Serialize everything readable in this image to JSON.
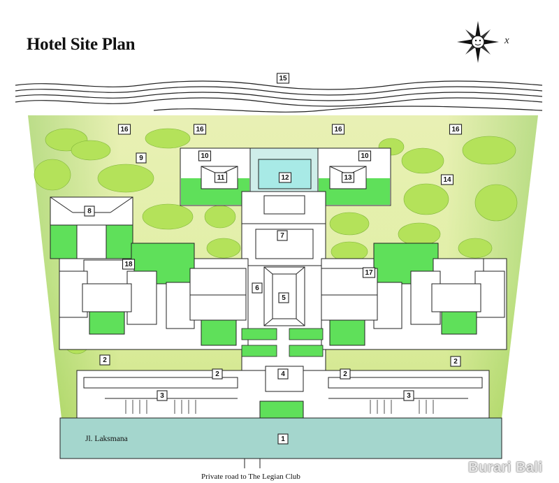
{
  "title": "Hotel Site Plan",
  "compass": {
    "icon": "compass-sun-icon",
    "label": "x"
  },
  "road_label": "Jl. Laksmana",
  "private_road_label": "Private road to The Legian Club",
  "watermark": "Burari Bali",
  "colors": {
    "lawn": "#5fe05a",
    "pool": "#a8eae6",
    "road": "#a4d6cd",
    "sand": "#f4efbf",
    "foliage": "#b6e25a",
    "wave": "#222222"
  },
  "markers": [
    {
      "num": "15"
    },
    {
      "num": "16"
    },
    {
      "num": "16"
    },
    {
      "num": "16"
    },
    {
      "num": "16"
    },
    {
      "num": "9"
    },
    {
      "num": "10"
    },
    {
      "num": "10"
    },
    {
      "num": "11"
    },
    {
      "num": "12"
    },
    {
      "num": "13"
    },
    {
      "num": "14"
    },
    {
      "num": "8"
    },
    {
      "num": "7"
    },
    {
      "num": "18"
    },
    {
      "num": "17"
    },
    {
      "num": "6"
    },
    {
      "num": "5"
    },
    {
      "num": "2"
    },
    {
      "num": "2"
    },
    {
      "num": "2"
    },
    {
      "num": "2"
    },
    {
      "num": "4"
    },
    {
      "num": "3"
    },
    {
      "num": "3"
    },
    {
      "num": "1"
    }
  ]
}
